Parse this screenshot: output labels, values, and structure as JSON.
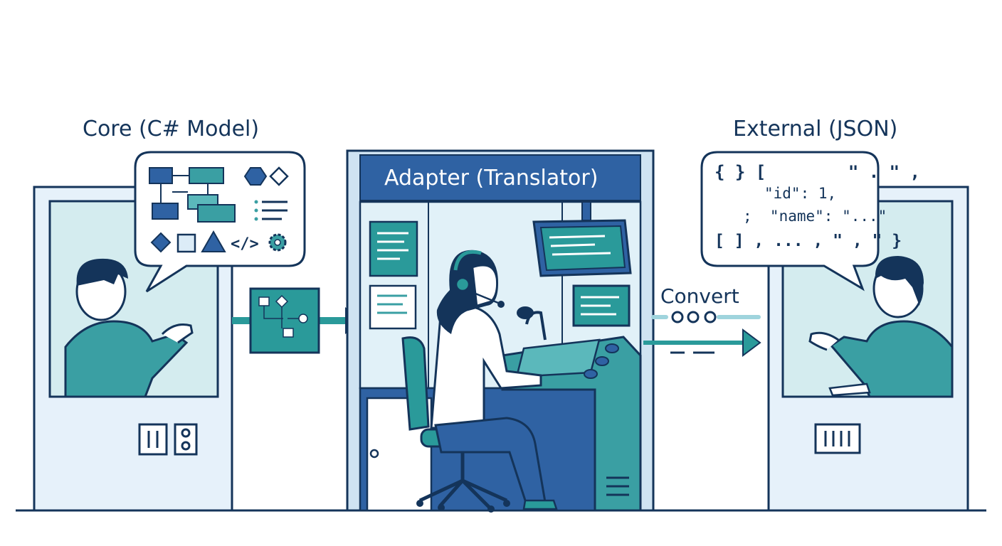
{
  "core": {
    "title": "Core (C# Model)",
    "code_tag": "</>"
  },
  "adapter": {
    "title": "Adapter (Translator)"
  },
  "arrow": {
    "label": "Convert"
  },
  "external": {
    "title": "External (JSON)",
    "json_lines": [
      "{ } [        \" . \" ,",
      "\"id\": 1,",
      ";  \"name\": \"...\"",
      "[ ] , ... , \" , \" }"
    ]
  },
  "colors": {
    "navy": "#14345a",
    "blue": "#2f62a3",
    "teal": "#2a9a9a",
    "light_blue": "#dcecf7",
    "pale_blue": "#e8f3fb"
  }
}
